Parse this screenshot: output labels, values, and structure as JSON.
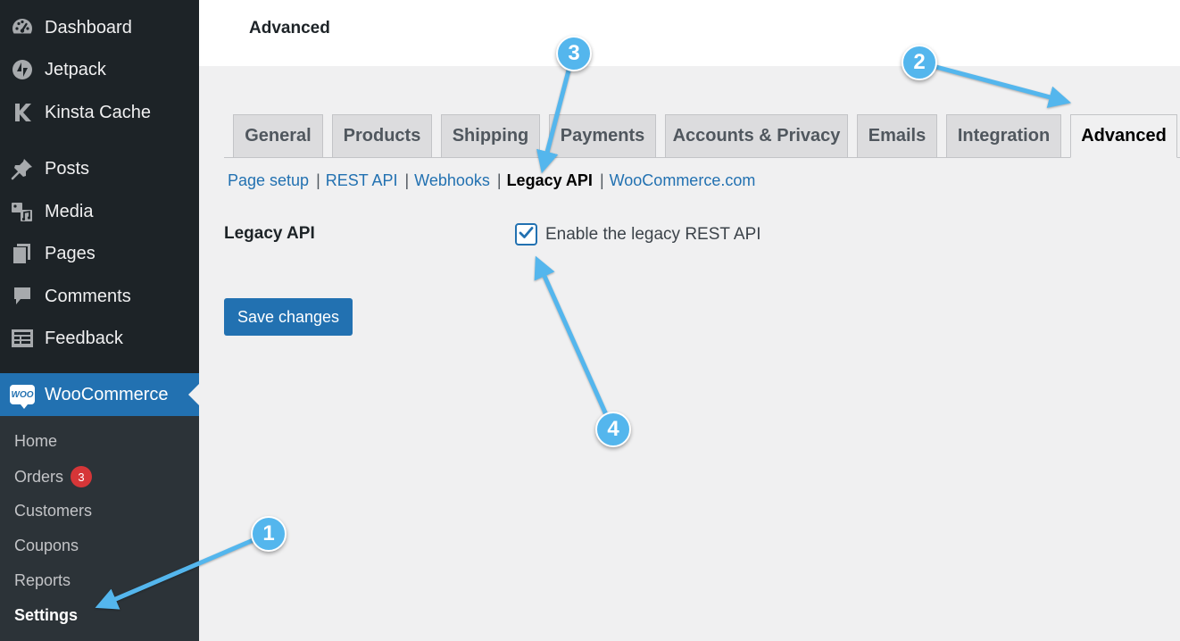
{
  "sidebar": {
    "items": [
      {
        "label": "Dashboard",
        "icon": "dashboard-icon"
      },
      {
        "label": "Jetpack",
        "icon": "jetpack-icon"
      },
      {
        "label": "Kinsta Cache",
        "icon": "kinsta-icon"
      },
      {
        "label": "Posts",
        "icon": "pin-icon"
      },
      {
        "label": "Media",
        "icon": "media-icon"
      },
      {
        "label": "Pages",
        "icon": "pages-icon"
      },
      {
        "label": "Comments",
        "icon": "comment-icon"
      },
      {
        "label": "Feedback",
        "icon": "feedback-icon"
      }
    ],
    "woocommerce": {
      "label": "WooCommerce",
      "logo_text": "WOO"
    },
    "submenu": [
      {
        "label": "Home"
      },
      {
        "label": "Orders",
        "badge": "3"
      },
      {
        "label": "Customers"
      },
      {
        "label": "Coupons"
      },
      {
        "label": "Reports"
      },
      {
        "label": "Settings",
        "current": true
      }
    ]
  },
  "header": {
    "title": "Advanced"
  },
  "tabs": [
    {
      "label": "General"
    },
    {
      "label": "Products"
    },
    {
      "label": "Shipping"
    },
    {
      "label": "Payments"
    },
    {
      "label": "Accounts & Privacy"
    },
    {
      "label": "Emails"
    },
    {
      "label": "Integration"
    },
    {
      "label": "Advanced",
      "active": true
    }
  ],
  "subnav": [
    {
      "label": "Page setup"
    },
    {
      "label": "REST API"
    },
    {
      "label": "Webhooks"
    },
    {
      "label": "Legacy API",
      "current": true
    },
    {
      "label": "WooCommerce.com"
    }
  ],
  "subnav_separator": "|",
  "form": {
    "field_label": "Legacy API",
    "checkbox_label": "Enable the legacy REST API",
    "checkbox_checked": true,
    "save_label": "Save changes"
  },
  "annotations": [
    {
      "number": "1"
    },
    {
      "number": "2"
    },
    {
      "number": "3"
    },
    {
      "number": "4"
    }
  ],
  "colors": {
    "sidebar_bg": "#1d2327",
    "submenu_bg": "#2c3338",
    "accent": "#2271b1",
    "badge": "#d63638",
    "annotation": "#54b6ed",
    "page_bg": "#f0f0f1"
  }
}
